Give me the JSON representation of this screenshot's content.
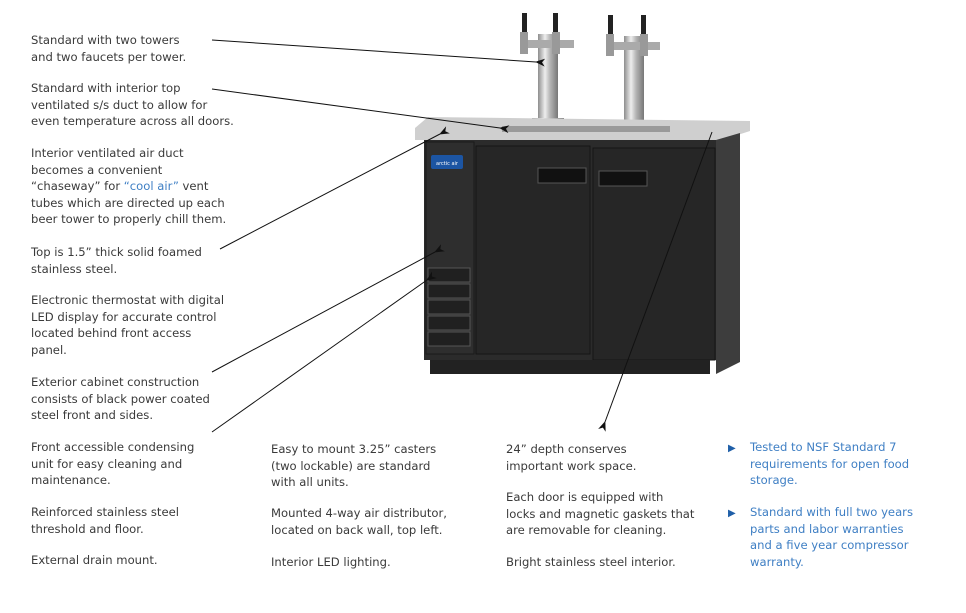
{
  "left_features": [
    "Standard with two towers\nand two faucets per tower.",
    "Standard with interior top\nventilated s/s duct to allow for\neven temperature across all doors.",
    "Top is 1.5” thick solid foamed\nstainless steel.",
    "Electronic thermostat with digital\nLED display for accurate control\nlocated behind front access\npanel.",
    "Exterior cabinet construction\nconsists of black power coated\nsteel front and sides.",
    "Front accessible condensing\nunit for easy cleaning and\nmaintenance.",
    "Reinforced stainless steel\nthreshold and floor.",
    "External drain mount."
  ],
  "chaseway": {
    "line1": "Interior ventilated air duct",
    "line2": "becomes a convenient",
    "line3_pre": "“chaseway” for ",
    "line3_highlight": "“cool air”",
    "line3_post": " vent",
    "line4": "tubes which are directed up each",
    "line5": "beer tower to properly chill them."
  },
  "middle_features": [
    "Easy to mount 3.25” casters\n(two lockable) are standard\nwith all units.",
    "Mounted 4-way air distributor,\nlocated on back wall, top left.",
    "Interior LED lighting."
  ],
  "right_features": [
    "24” depth conserves\nimportant work space.",
    "Each door is equipped with\nlocks and magnetic gaskets that\nare removable for cleaning.",
    "Bright stainless steel interior."
  ],
  "highlights": [
    "Tested to NSF Standard 7\nrequirements for open food\nstorage.",
    "Standard with full two years\nparts and labor warranties\nand a five year compressor\nwarranty."
  ],
  "logo_text": "arctic air",
  "colors": {
    "text": "#3a3a3a",
    "accent": "#3f7fc4",
    "bullet": "#1f5fa8",
    "cabinet": "#2b2b2b",
    "steel": "#c9c9c9"
  }
}
